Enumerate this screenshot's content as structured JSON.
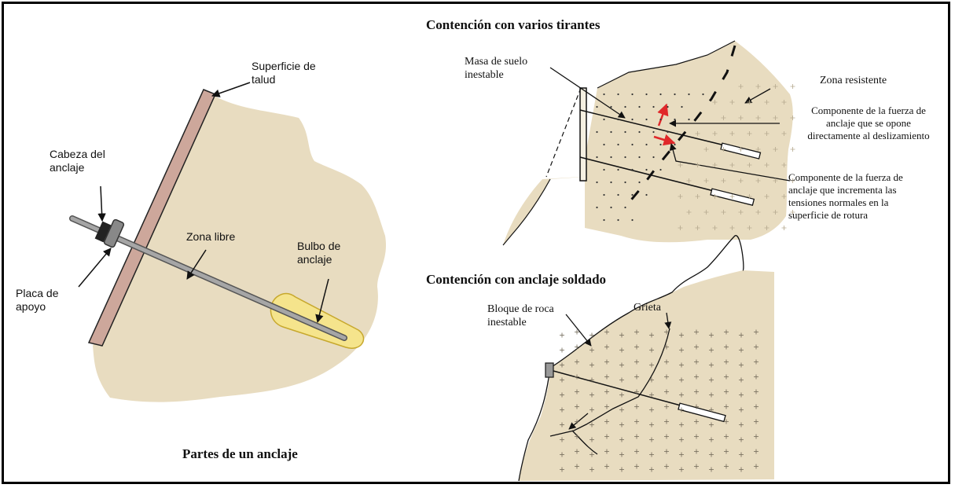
{
  "colors": {
    "soil": "#e8dcc0",
    "slope_surface": "#cda79b",
    "bulb": "#f5e48c",
    "bar": "#999999",
    "red_vector": "#e0282a",
    "frame": "#000000"
  },
  "left_figure": {
    "caption": "Partes de un anclaje",
    "labels": {
      "superficie": "Superficie de\ntalud",
      "cabeza": "Cabeza del\nanclaje",
      "zona_libre": "Zona libre",
      "bulbo": "Bulbo de\nanclaje",
      "placa": "Placa de\napoyo"
    }
  },
  "top_right_figure": {
    "title": "Contención con varios tirantes",
    "labels": {
      "masa": "Masa de suelo\ninestable",
      "zona_resistente": "Zona resistente",
      "componente_1": "Componente de la fuerza de\nanclaje que se opone\ndirectamente al deslizamiento",
      "componente_2": "Componente de la fuerza de\nanclaje que incrementa las\ntensiones normales en la\nsuperficie de rotura"
    }
  },
  "bottom_right_figure": {
    "title": "Contención con anclaje soldado",
    "labels": {
      "bloque": "Bloque de roca\ninestable",
      "grieta": "Grieta"
    }
  }
}
